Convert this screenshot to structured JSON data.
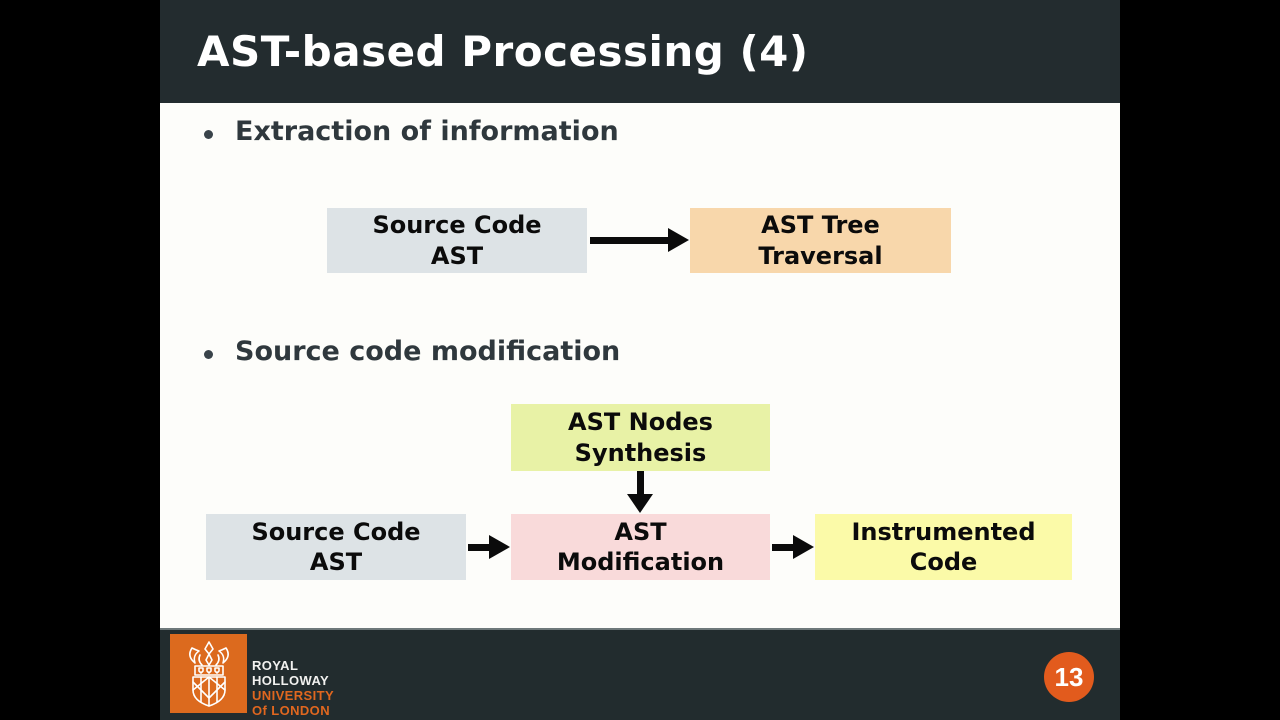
{
  "title": "AST-based Processing (4)",
  "bullets": [
    {
      "label": "Extraction of information"
    },
    {
      "label": "Source code modification"
    }
  ],
  "diagram1": {
    "source_box": "Source Code\nAST",
    "target_box": "AST Tree\nTraversal"
  },
  "diagram2": {
    "synthesis_box": "AST Nodes\nSynthesis",
    "source_box": "Source Code\nAST",
    "modification_box": "AST\nModification",
    "output_box": "Instrumented\nCode"
  },
  "footer": {
    "logo_lines": [
      "ROYAL",
      "HOLLOWAY",
      "UNIVERSITY",
      "Of LONDON"
    ],
    "page_number": "13"
  },
  "colors": {
    "letterbox": "#000000",
    "header_bg": "#232c2f",
    "body_bg": "#fdfdfa",
    "footer_bg": "#222c2e",
    "title_text": "#ffffff",
    "bullet_text": "#2f383d",
    "box_gray": "#dde3e6",
    "box_peach": "#f8d7ab",
    "box_green": "#e8f2a6",
    "box_pink": "#f9dada",
    "box_yellow": "#fbfaa8",
    "arrow_black": "#0b0b0b",
    "logo_orange": "#dc6a1e",
    "badge_orange": "#e25b1d"
  }
}
